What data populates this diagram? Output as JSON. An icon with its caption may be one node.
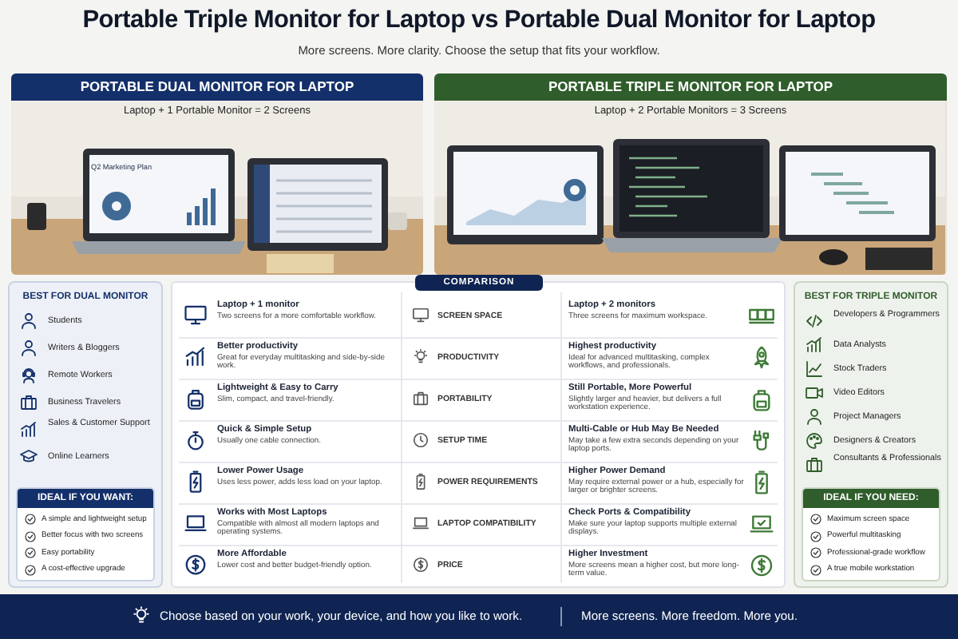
{
  "diagram": {
    "title": "Portable Triple Monitor for Laptop vs Portable Dual Monitor for Laptop",
    "nodes": [
      {
        "text": [
          "PORTABLE DUAL MONITOR FOR LAPTOP",
          "Laptop + 1 Portable Monitor = 2 Screens"
        ]
      },
      {
        "text": [
          "PORTABLE TRIPLE MONITOR FOR LAPTOP",
          "Laptop + 2 Portable Monitors = 3 Screens"
        ]
      },
      {
        "text": [
          "BEST FOR DUAL MONITOR",
          "Students",
          "Writers & Bloggers",
          "Remote Workers",
          "Business Travelers",
          "Sales & Customer Support",
          "Online Learners"
        ]
      },
      {
        "text": [
          "IDEAL IF YOU WANT:",
          "A simple and lightweight setup",
          "Better focus with two screens",
          "Easy portability",
          "A cost-effective upgrade"
        ],
        "in": 2
      },
      {
        "text": [
          "COMPARISON"
        ]
      },
      {
        "text": [
          "BEST FOR TRIPLE MONITOR",
          "Developers & Programmers",
          "Data Analysts",
          "Stock Traders",
          "Video Editors",
          "Project Managers",
          "Designers & Creators",
          "Consultants & Professionals"
        ]
      },
      {
        "text": [
          "IDEAL IF YOU NEED:",
          "Maximum screen space",
          "Powerful multitasking",
          "Professional-grade workflow",
          "A true mobile workstation"
        ],
        "in": 5
      },
      {
        "text": [
          "Choose based on your work, your device, and how you like to work.",
          "More screens. More freedom. More you."
        ]
      }
    ],
    "labels": [
      "More screens. More clarity. Choose the setup that fits your workflow.",
      "Q2 Marketing Plan",
      "Laptop + 1 monitor",
      "Two screens for a more comfortable workflow.",
      "SCREEN SPACE",
      "Laptop + 2 monitors",
      "Three screens for maximum workspace.",
      "Better productivity",
      "Great for everyday multitasking and side-by-side work.",
      "PRODUCTIVITY",
      "Highest productivity",
      "Ideal for advanced multitasking, complex workflows, and professionals.",
      "Lightweight & Easy to Carry",
      "Slim, compact, and travel-friendly.",
      "PORTABILITY",
      "Still Portable, More Powerful",
      "Slightly larger and heavier, but delivers a full workstation experience.",
      "Quick & Simple Setup",
      "Usually one cable connection.",
      "SETUP TIME",
      "Multi-Cable or Hub May Be Needed",
      "May take a few extra seconds depending on your laptop ports.",
      "Lower Power Usage",
      "Uses less power, adds less load on your laptop.",
      "POWER REQUIREMENTS",
      "Higher Power Demand",
      "May require external power or a hub, especially for larger or brighter screens.",
      "Works with Most Laptops",
      "Compatible with almost all modern laptops and operating systems.",
      "LAPTOP COMPATIBILITY",
      "Check Ports & Compatibility",
      "Make sure your laptop supports multiple external displays.",
      "More Affordable",
      "Lower cost and better budget-friendly option.",
      "PRICE",
      "Higher Investment",
      "More screens mean a higher cost, but more long-term value."
    ]
  }
}
